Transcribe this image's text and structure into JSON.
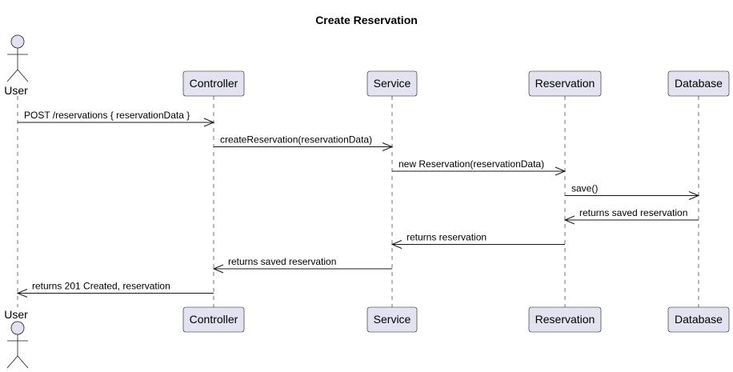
{
  "diagram": {
    "title": "Create Reservation",
    "participants": [
      {
        "id": "user",
        "label": "User",
        "kind": "actor"
      },
      {
        "id": "controller",
        "label": "Controller",
        "kind": "participant"
      },
      {
        "id": "service",
        "label": "Service",
        "kind": "participant"
      },
      {
        "id": "reservation",
        "label": "Reservation",
        "kind": "participant"
      },
      {
        "id": "database",
        "label": "Database",
        "kind": "participant"
      }
    ],
    "messages": [
      {
        "from": "user",
        "to": "controller",
        "label": "POST /reservations { reservationData }"
      },
      {
        "from": "controller",
        "to": "service",
        "label": "createReservation(reservationData)"
      },
      {
        "from": "service",
        "to": "reservation",
        "label": "new Reservation(reservationData)"
      },
      {
        "from": "reservation",
        "to": "database",
        "label": "save()"
      },
      {
        "from": "database",
        "to": "reservation",
        "label": "returns saved reservation"
      },
      {
        "from": "reservation",
        "to": "service",
        "label": "returns reservation"
      },
      {
        "from": "service",
        "to": "controller",
        "label": "returns saved reservation"
      },
      {
        "from": "controller",
        "to": "user",
        "label": "returns 201 Created, reservation"
      }
    ],
    "colors": {
      "participant_fill": "#E2E2F0",
      "line": "#181818",
      "background": "#FFFFFF"
    }
  }
}
